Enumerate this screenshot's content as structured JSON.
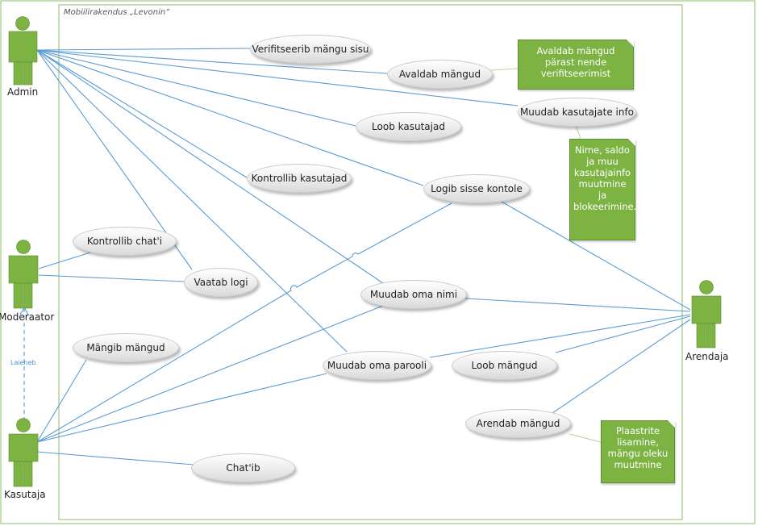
{
  "boundary": {
    "title": "Mobiilirakendus „Levonin”"
  },
  "actors": {
    "admin": "Admin",
    "moderaator": "Moderaator",
    "kasutaja": "Kasutaja",
    "arendaja": "Arendaja"
  },
  "use_cases": {
    "verifitseerib": "Verifitseerib mängu sisu",
    "avaldab": "Avaldab mängud",
    "muudab_info": "Muudab kasutajate info",
    "loob_kasutajad": "Loob kasutajad",
    "kontrollib_kasutajad": "Kontrollib kasutajad",
    "logib": "Logib sisse kontole",
    "kontrollib_chat": "Kontrollib chat'i",
    "vaatab_logi": "Vaatab logi",
    "muudab_nimi": "Muudab oma nimi",
    "mangib": "Mängib mängud",
    "muudab_parooli": "Muudab oma parooli",
    "loob_mangud": "Loob mängud",
    "arendab": "Arendab mängud",
    "chatib": "Chat'ib"
  },
  "notes": {
    "avaldab_note": "Avaldab mängud pärast nende verifitseerimist",
    "info_note": "Nime, saldo ja muu kasutajainfo muutmine ja blokeerimine.",
    "arendab_note": "Plaastrite lisamine, mängu oleku muutmine"
  },
  "relations": {
    "extends_label": "Laieneb"
  },
  "colors": {
    "line": "#5b9bd5",
    "actor": "#7cb342",
    "note": "#7cb342"
  }
}
